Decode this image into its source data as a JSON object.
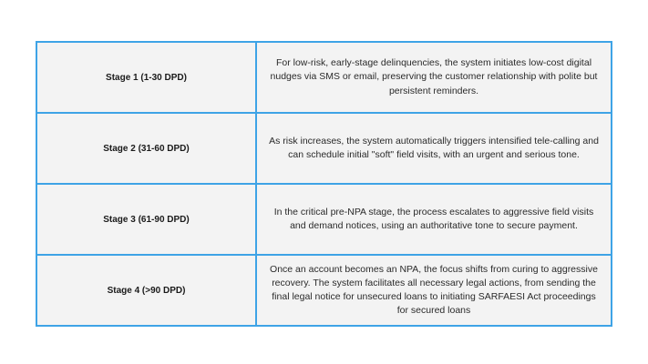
{
  "table": {
    "rows": [
      {
        "stage": "Stage 1 (1-30 DPD)",
        "description": "For low-risk, early-stage delinquencies, the system initiates low-cost digital nudges via SMS or email, preserving the customer relationship with polite but persistent reminders."
      },
      {
        "stage": "Stage 2 (31-60 DPD)",
        "description": "As risk increases, the system automatically triggers intensified tele-calling and can schedule initial \"soft\" field visits, with an urgent and serious tone."
      },
      {
        "stage": "Stage 3 (61-90 DPD)",
        "description": "In the critical pre-NPA stage, the process escalates to aggressive field visits and demand notices, using an authoritative tone to secure payment."
      },
      {
        "stage": "Stage 4 (>90 DPD)",
        "description": "Once an account becomes an NPA, the focus shifts from curing to aggressive recovery. The system facilitates all necessary legal actions, from sending the final legal notice for unsecured loans to initiating SARFAESI Act proceedings for secured loans"
      }
    ]
  },
  "colors": {
    "border": "#3ea3e6",
    "cell_background": "#f3f3f3"
  }
}
